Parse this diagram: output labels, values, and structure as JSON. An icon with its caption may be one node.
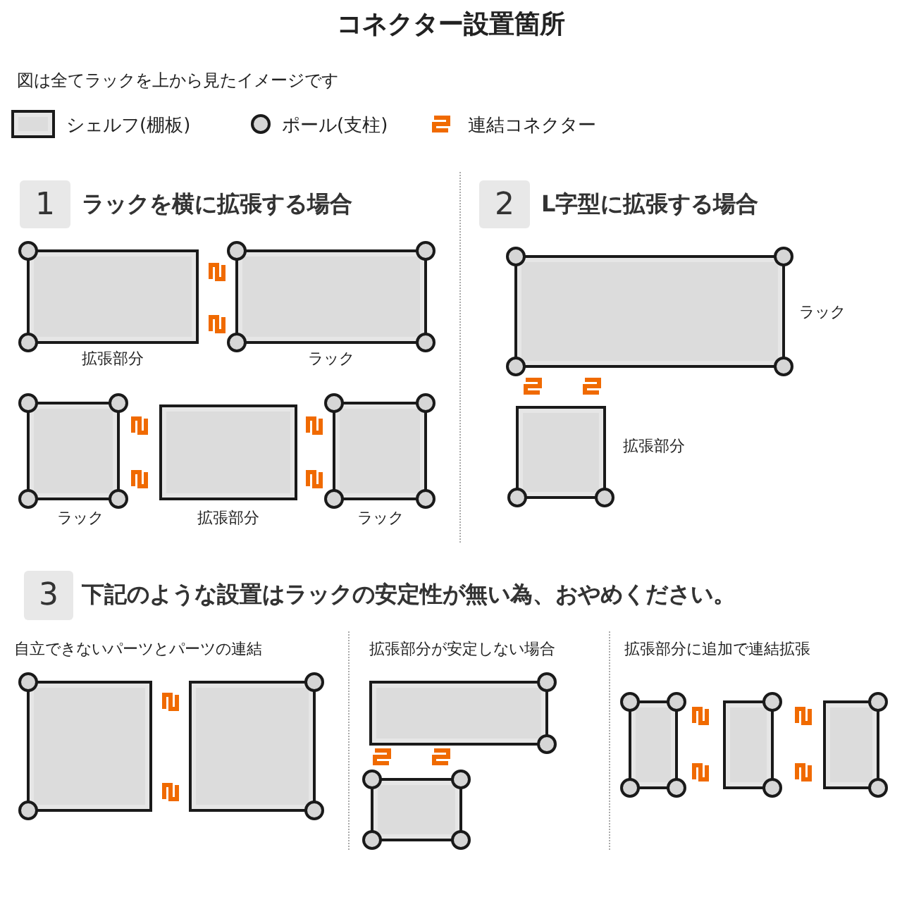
{
  "diagram": {
    "title": "コネクター設置箇所",
    "nodes": [
      {
        "text": [
          "1"
        ],
        "beside": [
          "ラックを横に拡張する場合"
        ]
      },
      {
        "text": [],
        "shape": "box",
        "beside": [
          "拡張部分"
        ]
      },
      {
        "text": [],
        "shape": "box",
        "beside": [
          "ラック"
        ]
      },
      {
        "text": [],
        "shape": "box",
        "beside": [
          "ラック"
        ]
      },
      {
        "text": [],
        "shape": "box",
        "beside": [
          "拡張部分"
        ]
      },
      {
        "text": [],
        "shape": "box",
        "beside": [
          "ラック"
        ]
      },
      {
        "text": [
          "2"
        ],
        "beside": [
          "L字型に拡張する場合"
        ]
      },
      {
        "text": [],
        "shape": "box",
        "beside": [
          "ラック"
        ]
      },
      {
        "text": [],
        "shape": "box",
        "beside": [
          "拡張部分"
        ]
      },
      {
        "text": [
          "3"
        ],
        "beside": [
          "下記のような設置はラックの安定性が無い為、おやめください。"
        ]
      },
      {
        "text": [],
        "shape": "box"
      },
      {
        "text": [],
        "shape": "box"
      },
      {
        "text": [],
        "shape": "box"
      },
      {
        "text": [],
        "shape": "box"
      },
      {
        "text": [],
        "shape": "box"
      },
      {
        "text": [],
        "shape": "box"
      },
      {
        "text": [],
        "shape": "box"
      }
    ],
    "labels": [
      "図は全てラックを上から見たイメージです",
      "自立できないパーツとパーツの連結",
      "拡張部分が安定しない場合",
      "拡張部分に追加で連結拡張"
    ],
    "legend": [
      {
        "text": "シェルフ(棚板)"
      },
      {
        "text": "ポール(支柱)"
      },
      {
        "text": "連結コネクター"
      }
    ]
  }
}
